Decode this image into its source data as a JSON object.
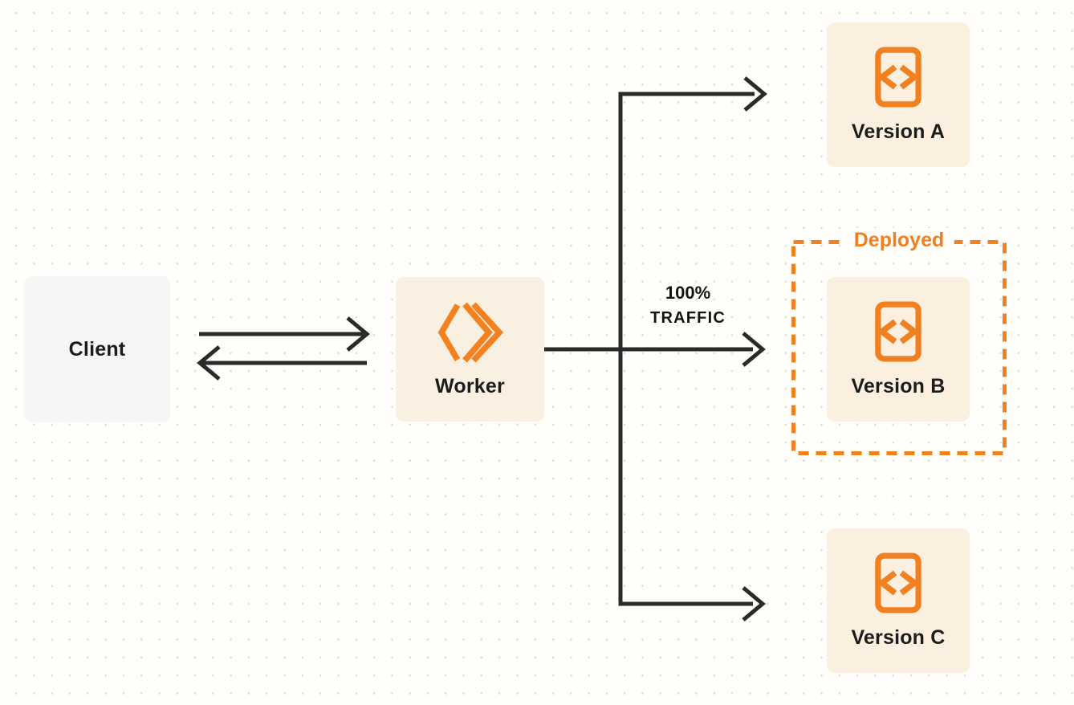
{
  "diagram": {
    "title": "worker-versions-traffic-routing",
    "nodes": {
      "client": {
        "label": "Client"
      },
      "worker": {
        "label": "Worker"
      },
      "versions": [
        {
          "label": "Version A"
        },
        {
          "label": "Version B"
        },
        {
          "label": "Version C"
        }
      ]
    },
    "annotations": {
      "deployed": {
        "label": "Deployed"
      },
      "traffic": {
        "line1": "100%",
        "line2": "TRAFFIC"
      }
    },
    "icons": {
      "worker": "cloudflare-workers-logo",
      "version": "code-file-icon"
    },
    "colors": {
      "accent_orange": "#F38020",
      "card_warm_bg": "#FBF0DF",
      "worker_bg": "#FAF0E1",
      "client_bg": "#F5F6F6",
      "page_bg": "#FFFEFA",
      "dot_grid": "#D9D9D9",
      "arrow_stroke": "#2A2A2A",
      "label_text": "#1C1C1C"
    }
  }
}
